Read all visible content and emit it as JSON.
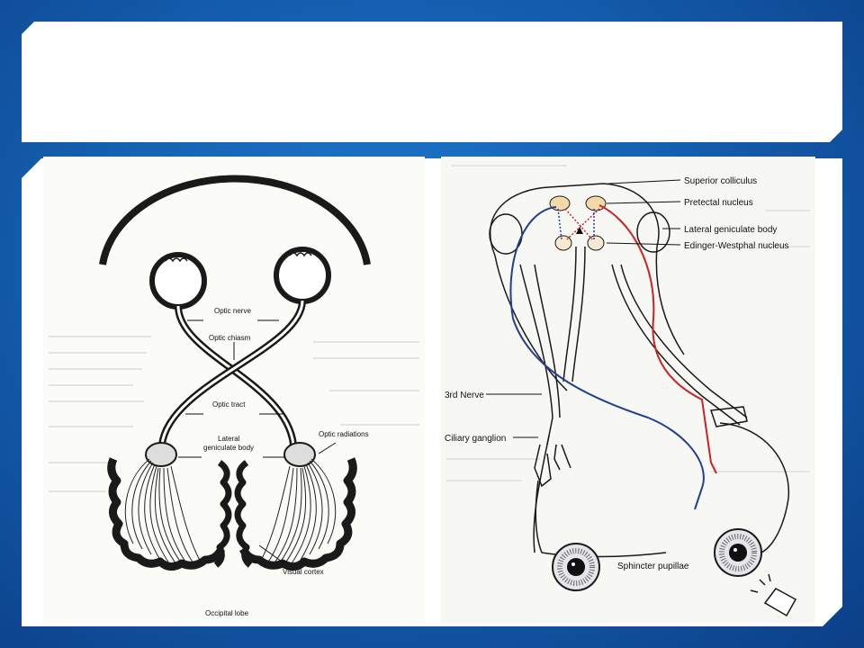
{
  "slide": {
    "title": ""
  },
  "visual_pathway": {
    "labels": {
      "optic_nerve": "Optic nerve",
      "optic_chiasm": "Optic chiasm",
      "optic_tract": "Optic tract",
      "lateral_geniculate_line1": "Lateral",
      "lateral_geniculate_line2": "geniculate body",
      "optic_radiations": "Optic radiations",
      "visual_cortex": "Visual cortex",
      "occipital_lobe": "Occipital lobe"
    }
  },
  "pupillary_reflex": {
    "labels": {
      "superior_colliculus": "Superior colliculus",
      "pretectal_nucleus": "Pretectal nucleus",
      "lateral_geniculate_body": "Lateral geniculate body",
      "edinger_westphal_nucleus": "Edinger-Westphal nucleus",
      "third_nerve": "3rd Nerve",
      "ciliary_ganglion": "Ciliary ganglion",
      "sphincter_pupillae": "Sphincter pupillae"
    },
    "colors": {
      "afferent": "#c82424",
      "efferent": "#23408e",
      "nucleus_fill": "#f3d9a8"
    }
  }
}
